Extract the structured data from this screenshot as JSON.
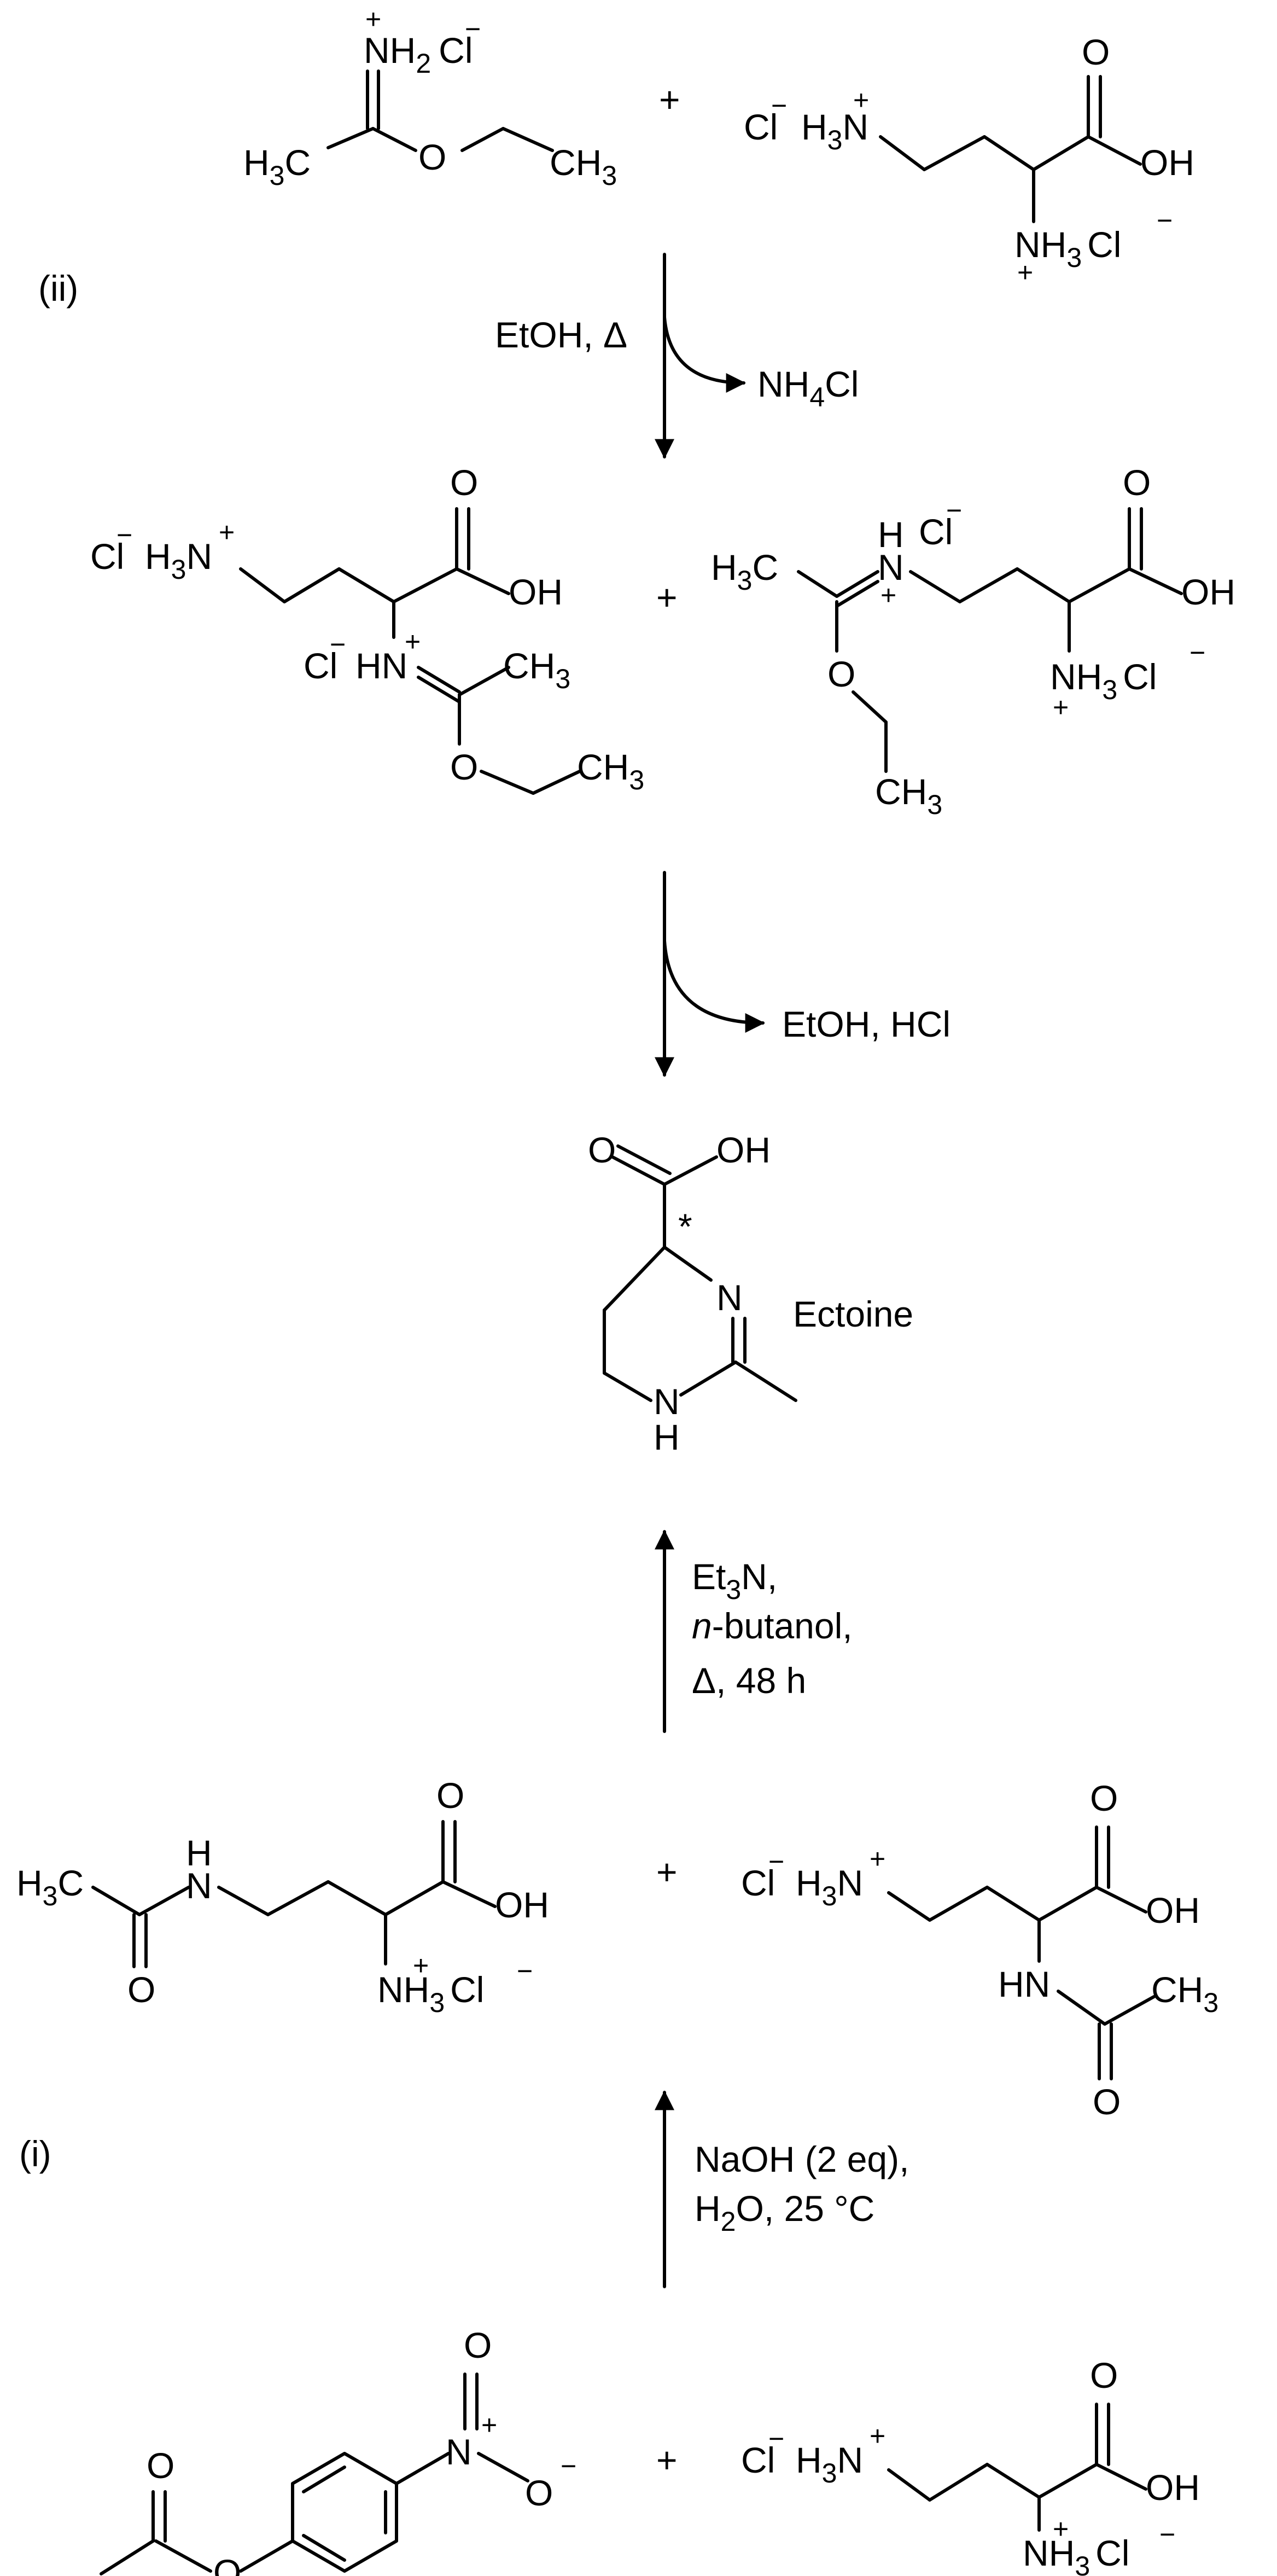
{
  "panel_labels": {
    "upper": "(ii)",
    "lower": "(i)"
  },
  "plus_sign": "+",
  "charges": {
    "plus": "+",
    "minus": "−"
  },
  "atoms": {
    "H": "H",
    "C": "C",
    "N": "N",
    "O": "O",
    "Cl": "Cl",
    "H3": "3",
    "H2": "2",
    "OH": "OH",
    "CH": "CH",
    "HN": "HN",
    "NH": "NH"
  },
  "conditions": {
    "step_ii_1": {
      "solvent": "EtOH, ",
      "heat": "Δ",
      "byproduct_pre": "NH",
      "byproduct_sub": "4",
      "byproduct_post": "Cl"
    },
    "step_ii_2": {
      "byproduct": "EtOH, HCl"
    },
    "step_i_2": {
      "line1_pre": "Et",
      "line1_sub": "3",
      "line1_post": "N,",
      "line2_italic": "n",
      "line2_rest": "-butanol,",
      "line3_heat": "Δ",
      "line3_rest": ", 48 h"
    },
    "step_i_1": {
      "line1": "NaOH (2 eq),",
      "line2_pre": "H",
      "line2_sub": "2",
      "line2_post": "O, 25 °C"
    }
  },
  "product": {
    "name": "Ectoine",
    "stereo_mark": "*"
  }
}
